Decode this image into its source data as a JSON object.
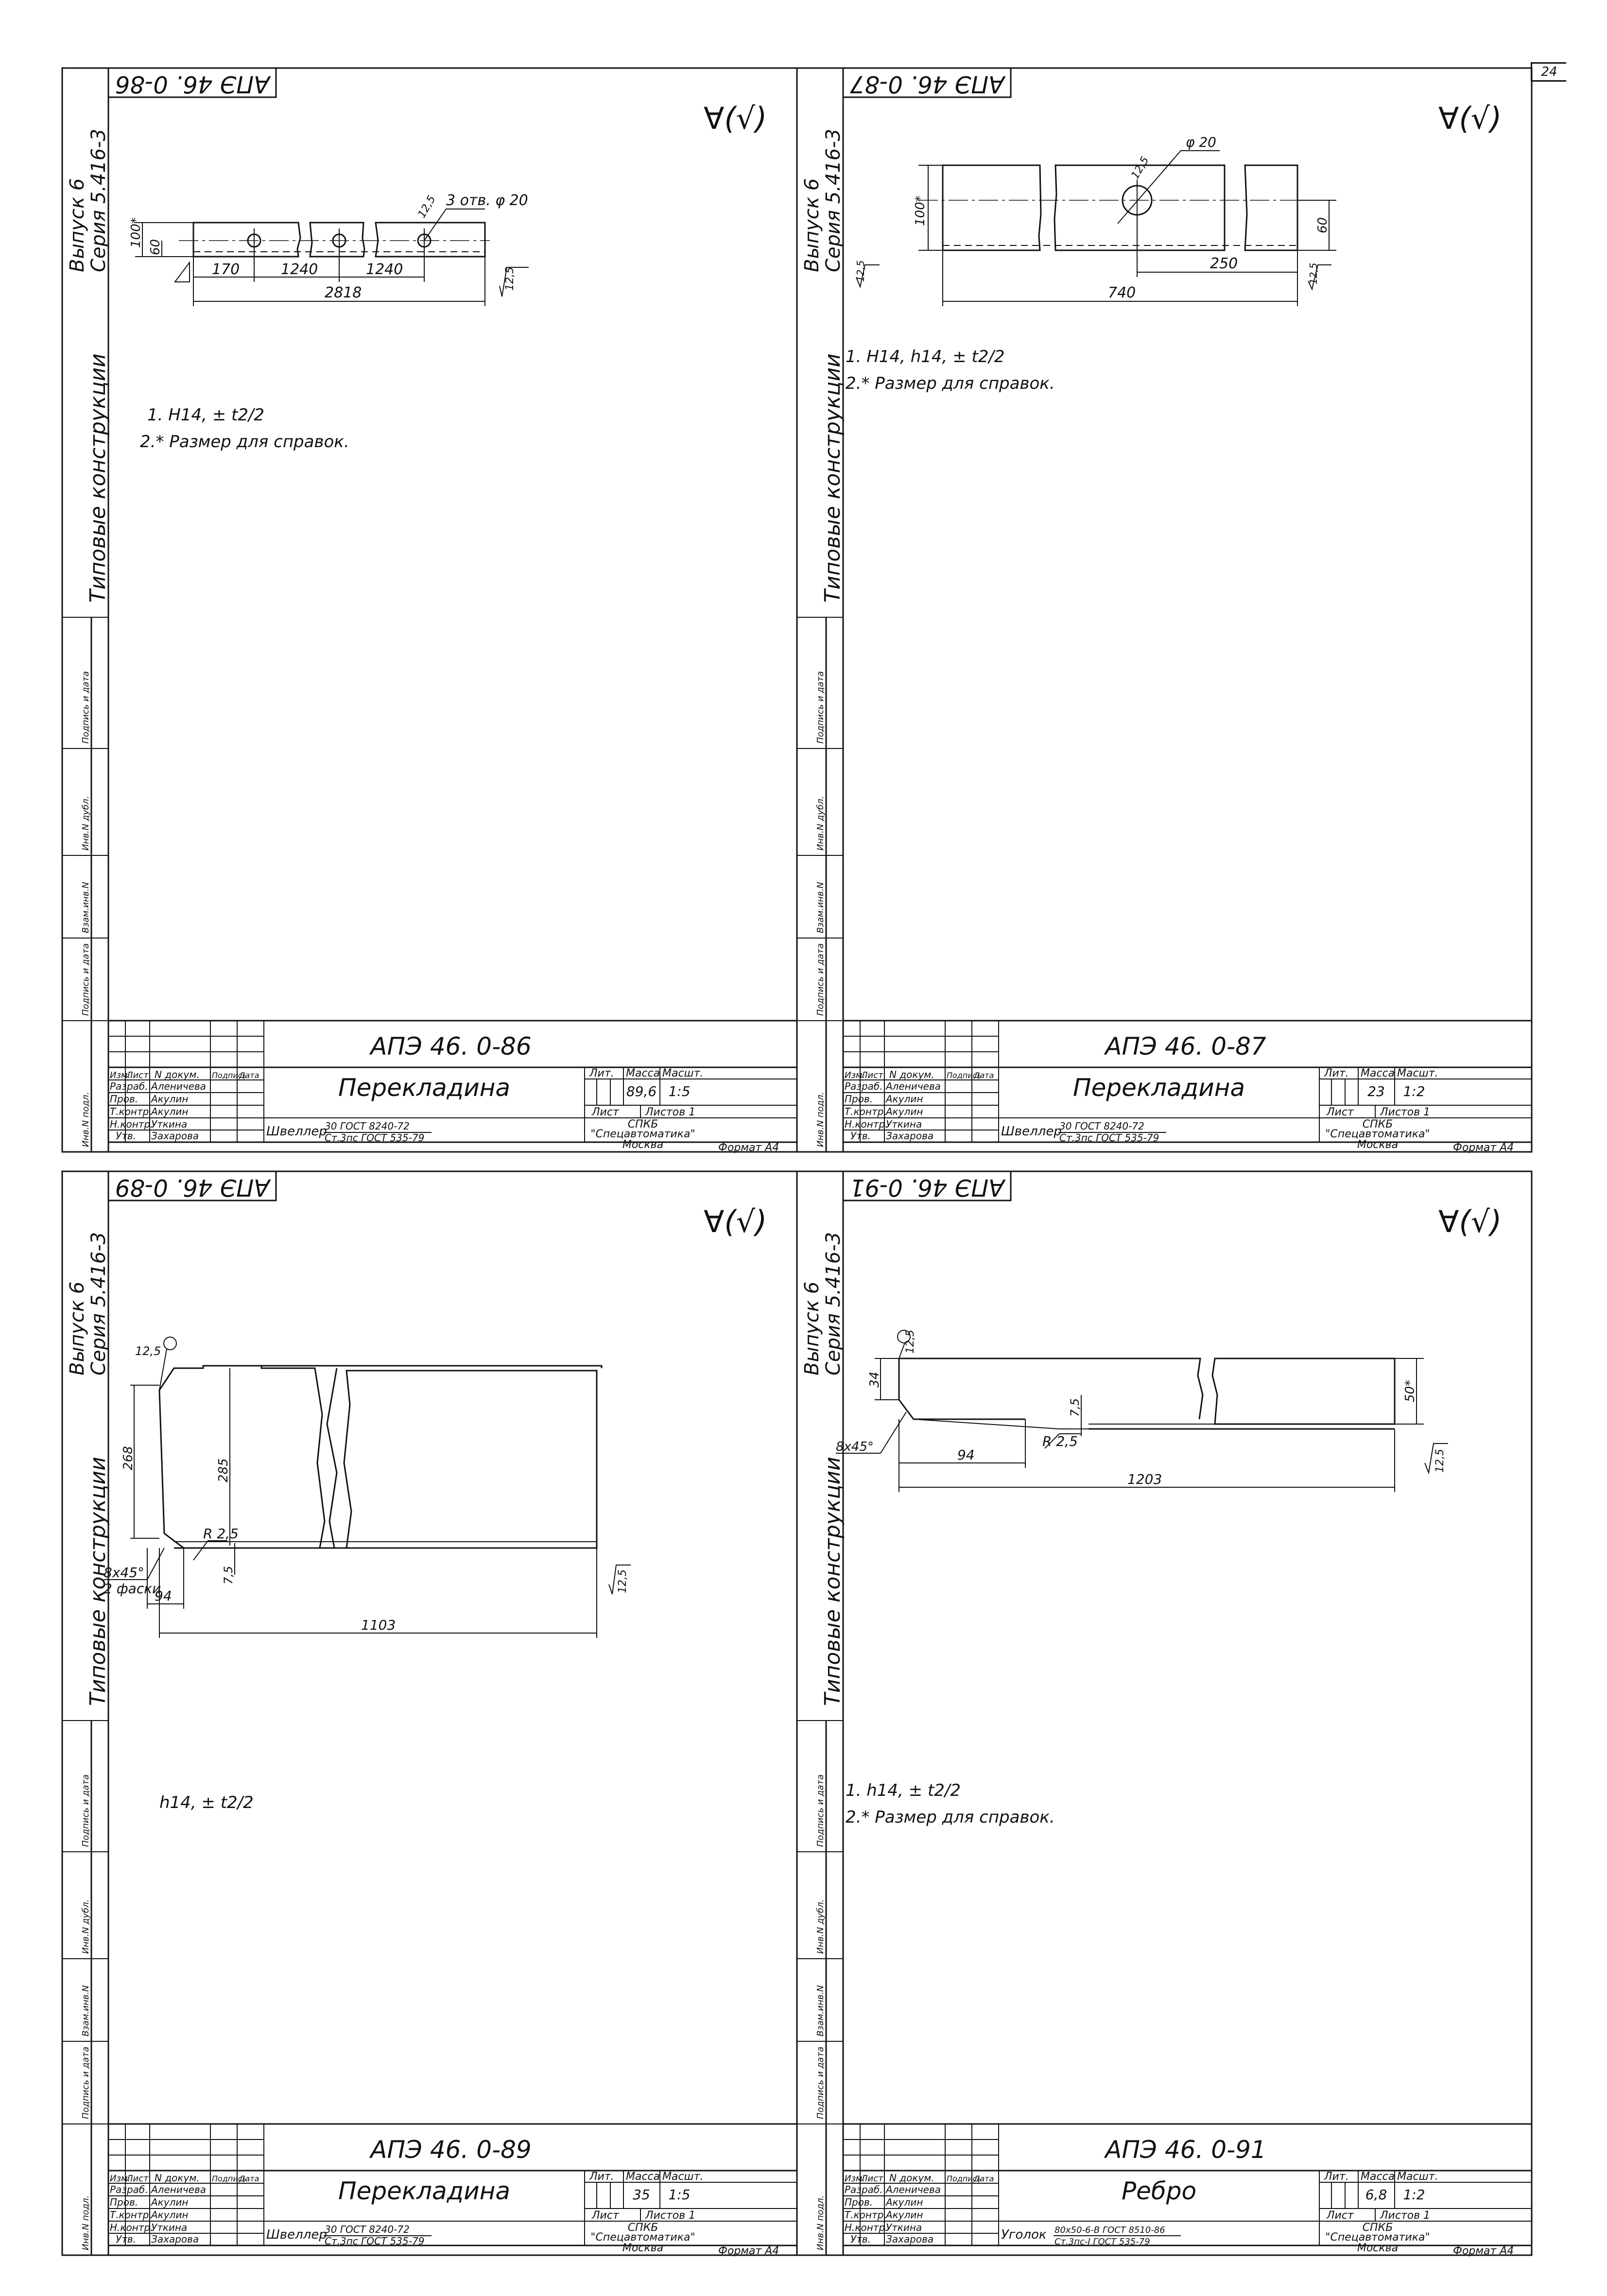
{
  "page_number": "24",
  "side_labels": {
    "vypusk": "Выпуск 6",
    "seriya": "Серия 5.416-3",
    "tipovye": "Типовые конструкции",
    "stamp_fields": [
      "Инв.N подл.",
      "Подпись и дата",
      "Взам.инв.N",
      "Инв.N дубл.",
      "Подпись и дата"
    ]
  },
  "common": {
    "roughness_mark": "∀(√)",
    "col_izm": "Изм.",
    "col_list": "Лист",
    "col_ndokum": "N докум.",
    "col_podpis": "Подпись",
    "col_data": "Дата",
    "row_razrab": "Разраб.",
    "row_prov": "Пров.",
    "row_tkontr": "Т.контр.",
    "row_nkontr": "Н.контр.",
    "row_utv": "Утв.",
    "lit_label": "Лит.",
    "massa_label": "Масса",
    "masshtab_label": "Масшт.",
    "list_label": "Лист",
    "listov_label": "Листов 1",
    "org": [
      "СПКБ",
      "\"Спецавтоматика\"",
      "Москва"
    ],
    "format": "Формат А4",
    "note_ref": "2.* Размер для справок."
  },
  "sheets": [
    {
      "code": "АПЭ 46. 0-86",
      "title": "Перекладина",
      "mass": "89,6",
      "scale": "1:5",
      "names": [
        "Аленичева",
        "Акулин",
        "Акулин",
        "Уткина",
        "Захарова"
      ],
      "profile_name": "Швеллер",
      "profile_top": "30   ГОСТ 8240-72",
      "profile_bottom": "Ст.3пс   ГОСТ 535-79",
      "note1": "1. H14, ± t2/2",
      "note2": "2.* Размер для справок.",
      "dims": {
        "holes": "3 отв. φ 20",
        "r": "12,5",
        "h100": "100*",
        "h60": "60",
        "d170": "170",
        "d1240a": "1240",
        "d1240b": "1240",
        "d2818": "2818",
        "rough": "12,5"
      }
    },
    {
      "code": "АПЭ 46. 0-87",
      "title": "Перекладина",
      "mass": "23",
      "scale": "1:2",
      "names": [
        "Аленичева",
        "Акулин",
        "Акулин",
        "Уткина",
        "Захарова"
      ],
      "profile_name": "Швеллер",
      "profile_top": "30   ГОСТ 8240-72",
      "profile_bottom": "Ст.3пс   ГОСТ 535-79",
      "note1": "1. H14, h14, ± t2/2",
      "note2": "2.* Размер для справок.",
      "dims": {
        "hole": "φ 20",
        "r": "12,5",
        "h100": "100*",
        "h60": "60",
        "d250": "250",
        "d740": "740",
        "rough1": "12,5",
        "rough2": "12,5"
      }
    },
    {
      "code": "АПЭ 46. 0-89",
      "title": "Перекладина",
      "mass": "35",
      "scale": "1:5",
      "names": [
        "Аленичева",
        "Акулин",
        "Акулин",
        "Уткина",
        "Захарова"
      ],
      "profile_name": "Швеллер",
      "profile_top": "30   ГОСТ 8240-72",
      "profile_bottom": "Ст.3пс   ГОСТ 535-79",
      "note1": "h14, ± t2/2",
      "note2": "",
      "dims": {
        "r": "12,5",
        "h268": "268",
        "h285": "285",
        "r25": "R 2,5",
        "chamfer": "8x45°",
        "chamfer2": "2 фаски",
        "d94": "94",
        "d75": "7,5",
        "d1103": "1103",
        "rough": "12,5"
      }
    },
    {
      "code": "АПЭ 46. 0-91",
      "title": "Ребро",
      "mass": "6,8",
      "scale": "1:2",
      "names": [
        "Аленичева",
        "Акулин",
        "Акулин",
        "Уткина",
        "Захарова"
      ],
      "profile_name": "Уголок",
      "profile_top": "80x50-6-В  ГОСТ 8510-86",
      "profile_bottom": "Ст.3пс-I   ГОСТ 535-79",
      "note1": "1. h14, ± t2/2",
      "note2": "2.* Размер для справок.",
      "dims": {
        "r": "12,5",
        "h34": "34",
        "h50": "50*",
        "d75": "7,5",
        "r25": "R 2,5",
        "chamfer": "8x45°",
        "d94": "94",
        "d1203": "1203",
        "rough": "12,5"
      }
    }
  ]
}
